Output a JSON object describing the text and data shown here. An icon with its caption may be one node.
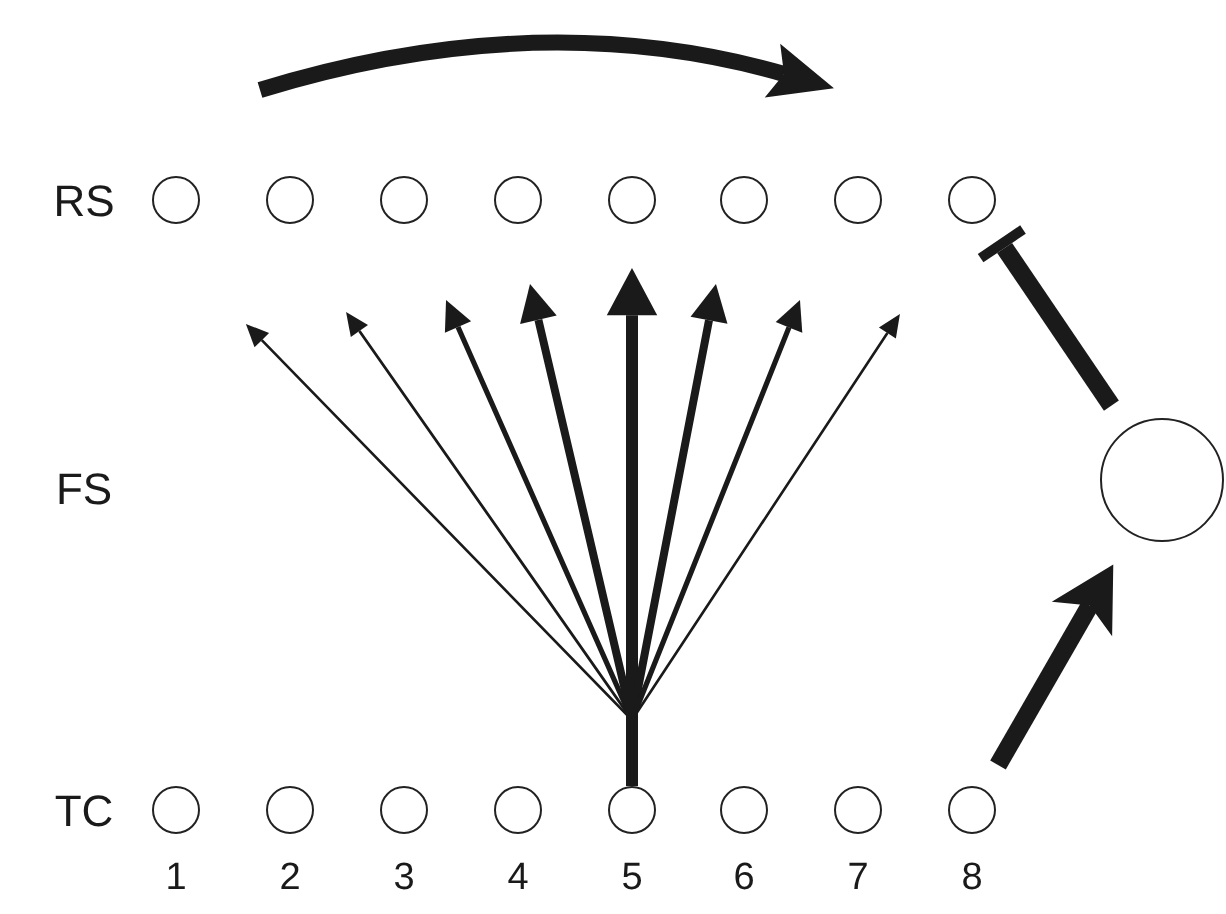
{
  "diagram": {
    "nodes": [
      {
        "text": [],
        "shape": "circle"
      },
      {
        "text": [],
        "shape": "circle"
      },
      {
        "text": [],
        "shape": "circle"
      },
      {
        "text": [],
        "shape": "circle"
      },
      {
        "text": [],
        "shape": "circle"
      },
      {
        "text": [],
        "shape": "circle"
      },
      {
        "text": [],
        "shape": "circle"
      },
      {
        "text": [],
        "shape": "circle"
      },
      {
        "text": [],
        "shape": "circle"
      },
      {
        "text": [],
        "shape": "circle"
      },
      {
        "text": [],
        "shape": "circle"
      },
      {
        "text": [],
        "shape": "circle"
      },
      {
        "text": [],
        "shape": "circle"
      },
      {
        "text": [],
        "shape": "circle"
      },
      {
        "text": [],
        "shape": "circle"
      },
      {
        "text": [],
        "shape": "circle"
      },
      {
        "text": [],
        "shape": "circle"
      }
    ],
    "edges": [
      {
        "from": 12,
        "to": null,
        "arrow": "to"
      },
      {
        "from": 12,
        "to": null,
        "arrow": "to"
      },
      {
        "from": 12,
        "to": null,
        "arrow": "to"
      },
      {
        "from": 12,
        "to": null,
        "arrow": "to"
      },
      {
        "from": 12,
        "to": null,
        "arrow": "to",
        "style": "thick"
      },
      {
        "from": 12,
        "to": null,
        "arrow": "to"
      },
      {
        "from": 12,
        "to": null,
        "arrow": "to"
      },
      {
        "from": 12,
        "to": null,
        "arrow": "to"
      },
      {
        "from": 15,
        "to": 16,
        "arrow": "to",
        "style": "thick"
      },
      {
        "from": 16,
        "to": 7,
        "arrow": "other",
        "style": "thick"
      }
    ],
    "labels": [
      "RS",
      "FS",
      "TC",
      "1",
      "2",
      "3",
      "4",
      "5",
      "6",
      "7",
      "8"
    ]
  }
}
